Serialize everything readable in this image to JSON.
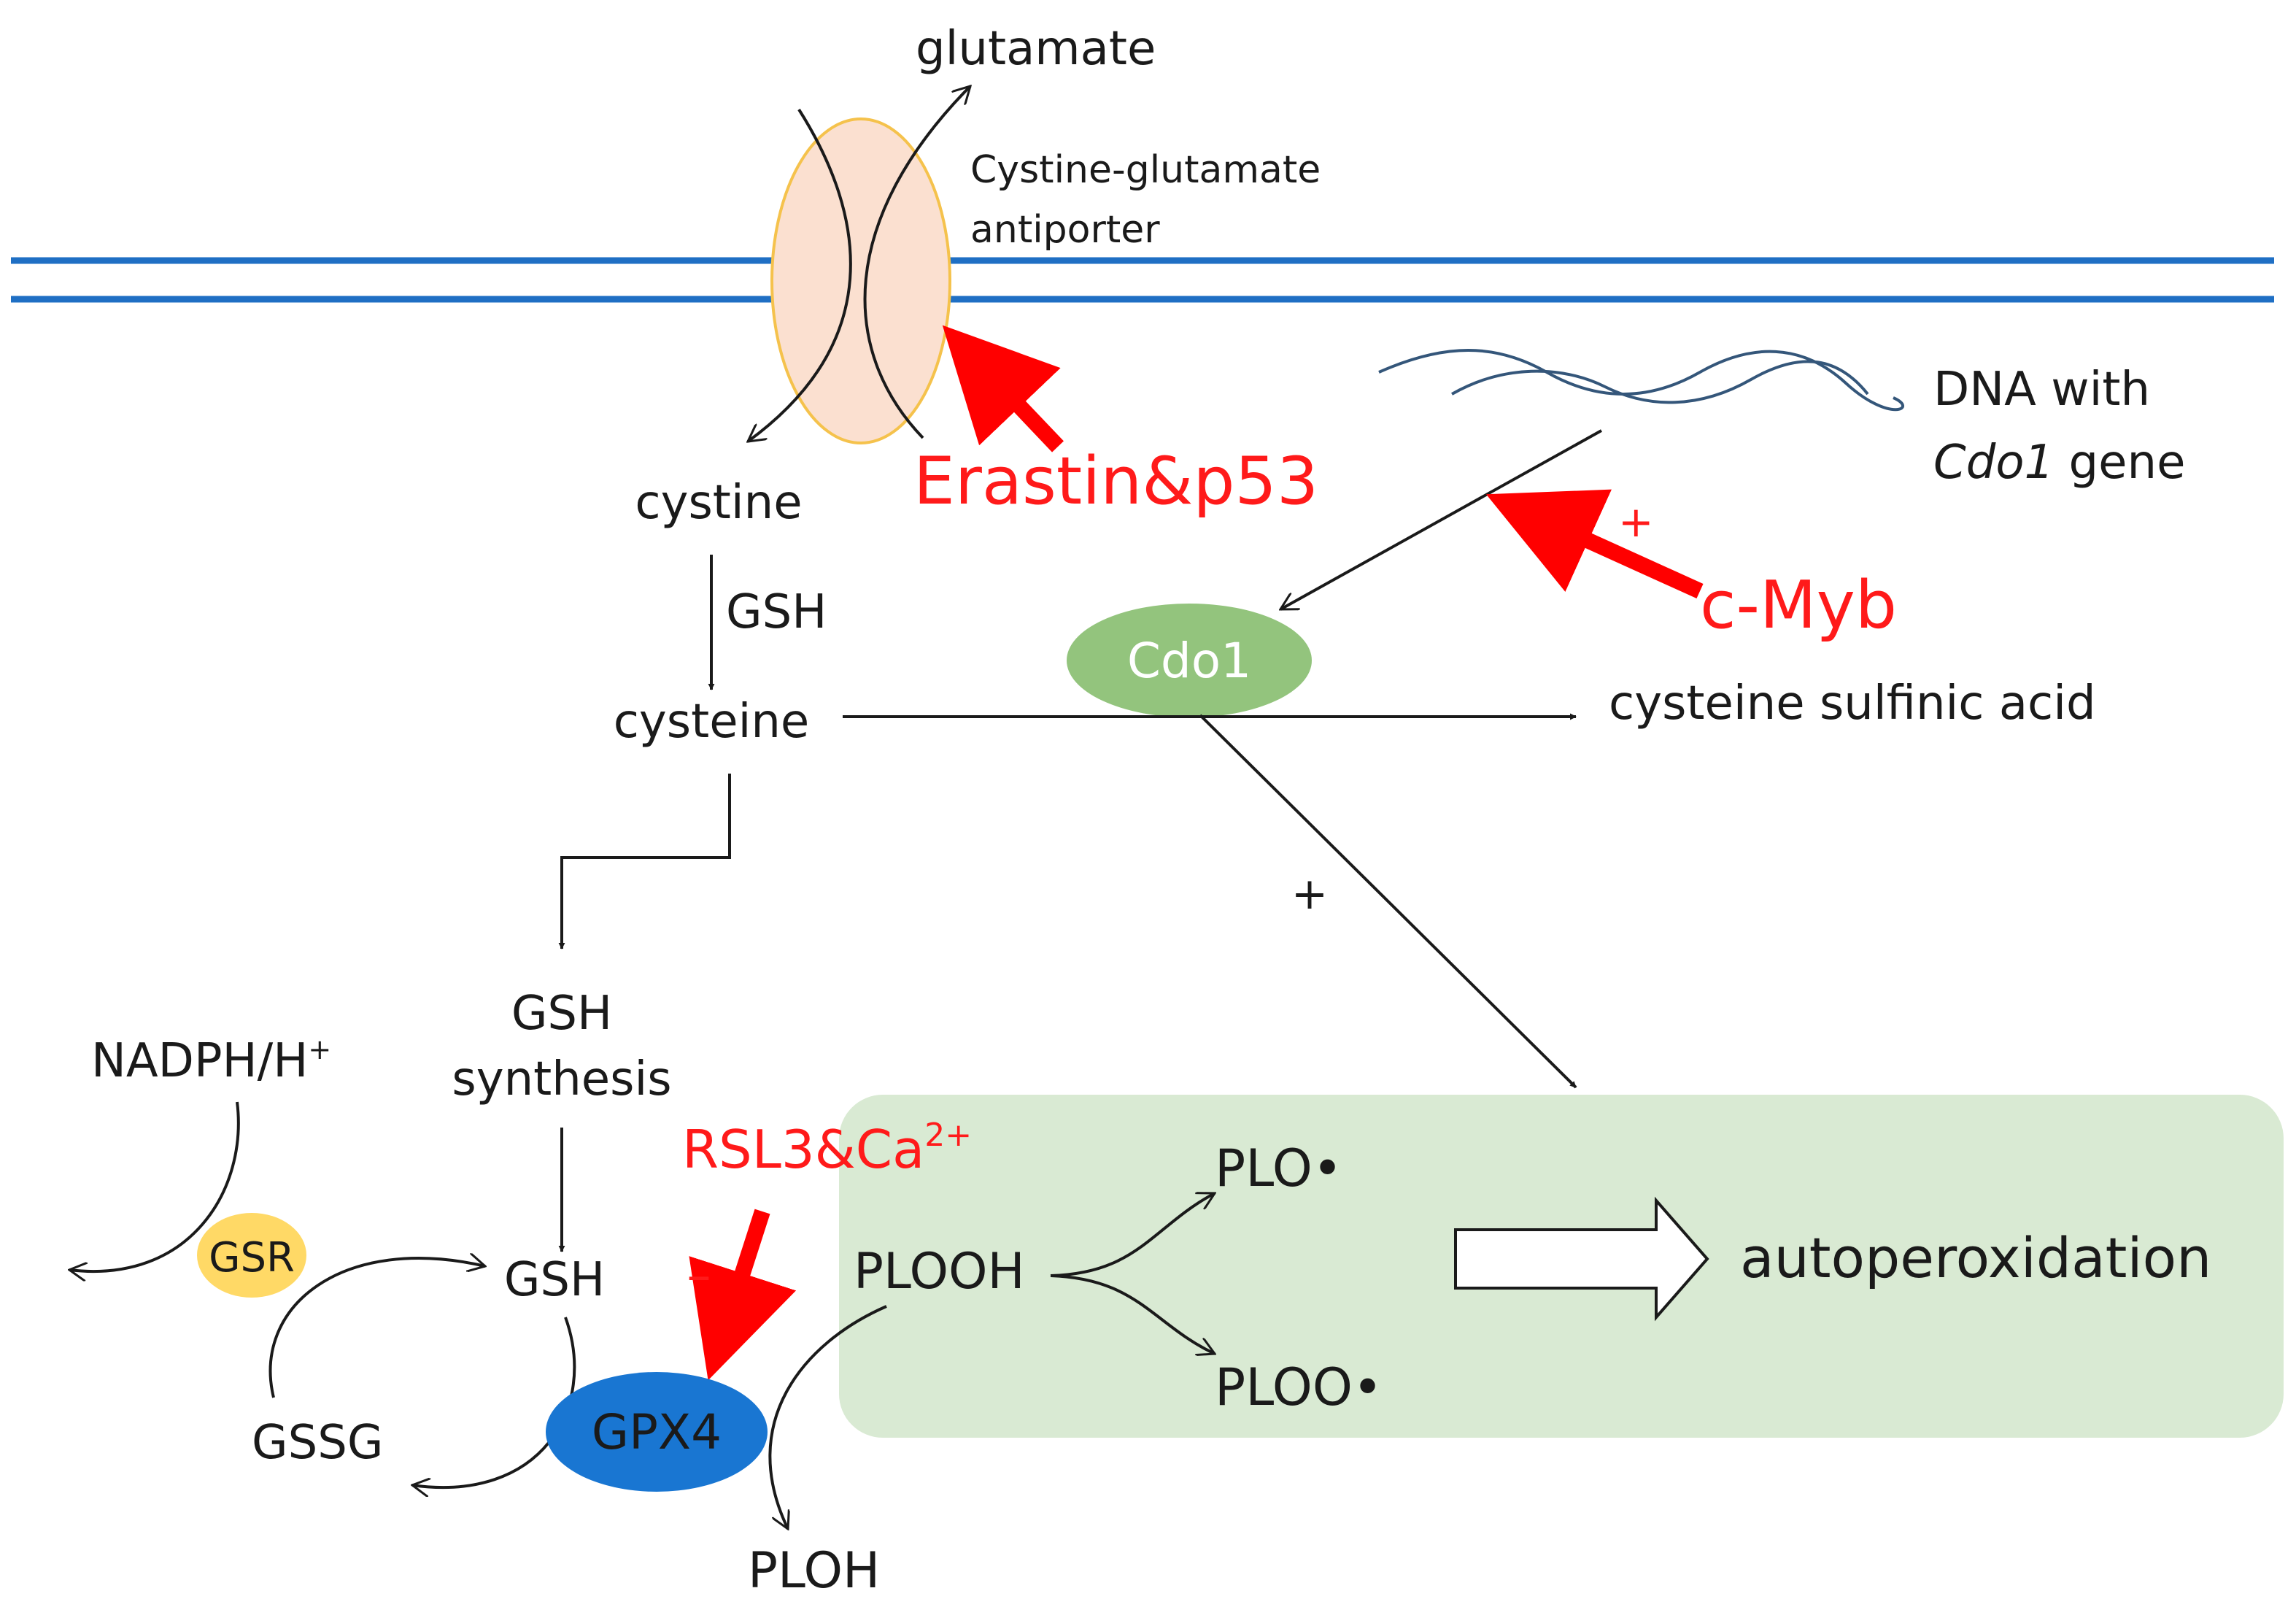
{
  "membrane": {
    "color": "#1f6fc4"
  },
  "transporter": {
    "glutamate": "glutamate",
    "label_line1": "Cystine-glutamate",
    "label_line2": "antiporter",
    "fill": "#fbe0d0",
    "stroke": "#f5c24c"
  },
  "inhibitors": {
    "erastin": "Erastin&p53",
    "cmyb": "c-Myb",
    "cmyb_sign": "+",
    "rsl3": "RSL3&Ca",
    "rsl3_sup": "2+",
    "rsl3_sign": "–",
    "color": "#ff0000"
  },
  "dna": {
    "label_line1": "DNA with",
    "label_gene": "Cdo1",
    "label_line2_rest": " gene",
    "color": "#34567a"
  },
  "pathway": {
    "cystine": "cystine",
    "gsh_cofactor": "GSH",
    "cysteine": "cysteine",
    "sulfinic": "cysteine sulfinic acid",
    "plus": "+",
    "gsh_syn_line1": "GSH",
    "gsh_syn_line2": "synthesis",
    "gsh": "GSH",
    "gssg": "GSSG",
    "nadph": "NADPH/H",
    "nadph_sup": "+"
  },
  "enzymes": {
    "cdo1": "Cdo1",
    "cdo1_color": "#93c47d",
    "gsr": "GSR",
    "gsr_color": "#ffd966",
    "gpx4": "GPX4",
    "gpx4_color": "#1976d2"
  },
  "lipid": {
    "plooh": "PLOOH",
    "plo": "PLO•",
    "ploo": "PLOO•",
    "auto": "autoperoxidation",
    "ploh": "PLOH",
    "box_color": "#d9ead3"
  }
}
